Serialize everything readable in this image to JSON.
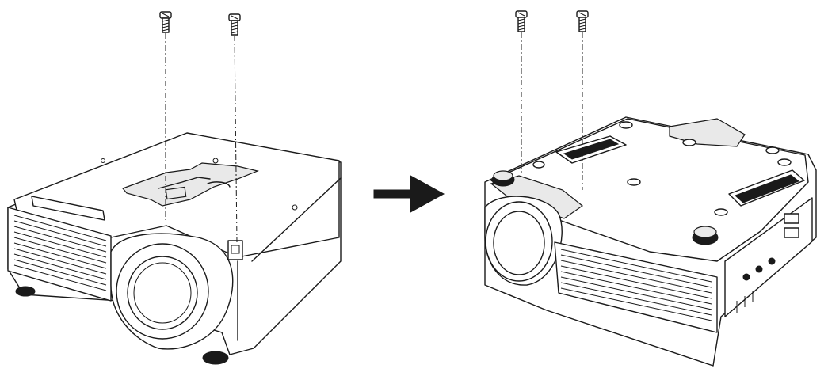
{
  "figure": {
    "panels": [
      {
        "id": "left",
        "subject": "projector-top-view"
      },
      {
        "id": "right",
        "subject": "projector-bottom-view"
      }
    ],
    "screws_per_panel": 2,
    "arrow_direction": "right",
    "colors": {
      "ink": "#1a1a1a",
      "paper": "#ffffff",
      "shade": "#e9e9e9"
    }
  }
}
